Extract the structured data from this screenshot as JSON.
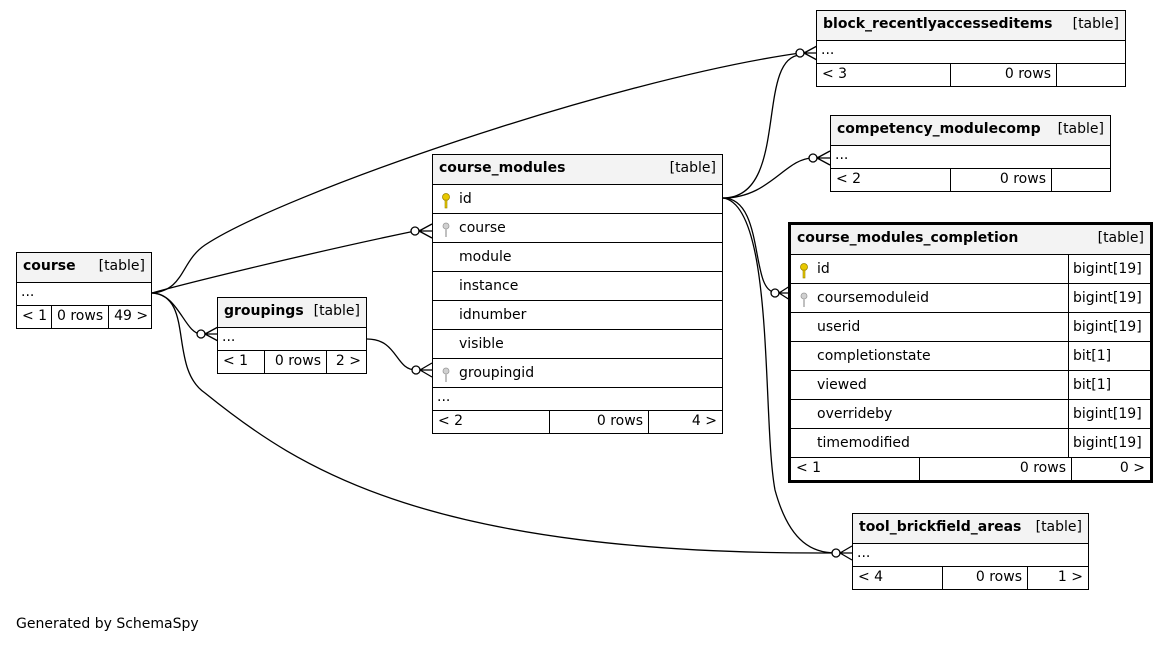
{
  "footer": "Generated by SchemaSpy",
  "colors": {
    "primary_key": "#e8c800",
    "foreign_key": "#b4b4b4",
    "header_bg": "#f3f3f3"
  },
  "tables": {
    "course": {
      "name": "course",
      "type": "[table]",
      "ellipsis": "...",
      "footer": [
        "< 1",
        "0 rows",
        "49 >"
      ]
    },
    "groupings": {
      "name": "groupings",
      "type": "[table]",
      "ellipsis": "...",
      "footer": [
        "< 1",
        "0 rows",
        "2 >"
      ]
    },
    "course_modules": {
      "name": "course_modules",
      "type": "[table]",
      "columns": [
        {
          "name": "id",
          "key": "primary"
        },
        {
          "name": "course",
          "key": "foreign"
        },
        {
          "name": "module",
          "key": ""
        },
        {
          "name": "instance",
          "key": ""
        },
        {
          "name": "idnumber",
          "key": ""
        },
        {
          "name": "visible",
          "key": ""
        },
        {
          "name": "groupingid",
          "key": "foreign"
        }
      ],
      "ellipsis": "...",
      "footer": [
        "< 2",
        "0 rows",
        "4 >"
      ]
    },
    "block_recentlyaccesseditems": {
      "name": "block_recentlyaccesseditems",
      "type": "[table]",
      "ellipsis": "...",
      "footer": [
        "< 3",
        "0 rows",
        ""
      ]
    },
    "competency_modulecomp": {
      "name": "competency_modulecomp",
      "type": "[table]",
      "ellipsis": "...",
      "footer": [
        "< 2",
        "0 rows",
        ""
      ]
    },
    "course_modules_completion": {
      "name": "course_modules_completion",
      "type": "[table]",
      "columns": [
        {
          "name": "id",
          "type": "bigint[19]",
          "key": "primary"
        },
        {
          "name": "coursemoduleid",
          "type": "bigint[19]",
          "key": "foreign"
        },
        {
          "name": "userid",
          "type": "bigint[19]",
          "key": ""
        },
        {
          "name": "completionstate",
          "type": "bit[1]",
          "key": ""
        },
        {
          "name": "viewed",
          "type": "bit[1]",
          "key": ""
        },
        {
          "name": "overrideby",
          "type": "bigint[19]",
          "key": ""
        },
        {
          "name": "timemodified",
          "type": "bigint[19]",
          "key": ""
        }
      ],
      "footer": [
        "< 1",
        "0 rows",
        "0 >"
      ]
    },
    "tool_brickfield_areas": {
      "name": "tool_brickfield_areas",
      "type": "[table]",
      "ellipsis": "...",
      "footer": [
        "< 4",
        "0 rows",
        "1 >"
      ]
    }
  }
}
